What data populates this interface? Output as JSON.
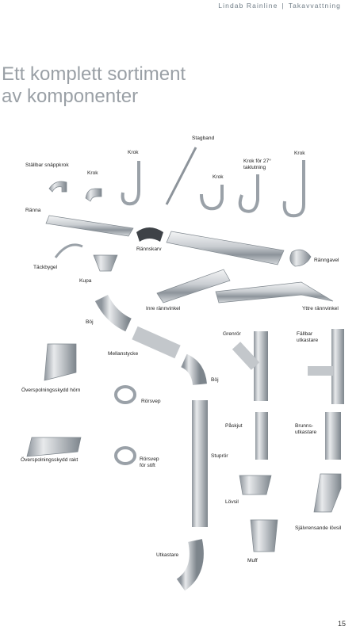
{
  "header": {
    "brand": "Lindab Rainline",
    "separator": "|",
    "section": "Takavvattning"
  },
  "title": {
    "line1": "Ett komplett sortiment",
    "line2": "av komponenter"
  },
  "labels": {
    "stagband": "Stagband",
    "krok_a": "Krok",
    "krok_b": "Krok",
    "krok_c": "Krok",
    "krok_d": "Krok",
    "stallbar": "Ställbar snäppkrok",
    "krok27_1": "Krok för 27°",
    "krok27_2": "taklutning",
    "ranna": "Ränna",
    "rannskarv": "Rännskarv",
    "ranngavel": "Ränngavel",
    "tackbygel": "Täckbygel",
    "kupa": "Kupa",
    "inre": "Inre rännvinkel",
    "yttre": "Yttre rännvinkel",
    "boj_a": "Böj",
    "boj_b": "Böj",
    "grenror": "Grenrör",
    "fallbar_1": "Fällbar",
    "fallbar_2": "utkastare",
    "mellanstycke": "Mellanstycke",
    "overspol_horn": "Överspolningsskydd hörn",
    "rorsvep": "Rörsvep",
    "paskjut": "Påskjut",
    "brunns_1": "Brunns-",
    "brunns_2": "utkastare",
    "overspol_rakt": "Överspolningsskydd rakt",
    "rorsvep_stift_1": "Rörsvep",
    "rorsvep_stift_2": "för stift",
    "stupror": "Stuprör",
    "lovsil": "Lövsil",
    "sjalvrensande": "Självrensande lövsil",
    "utkastare": "Utkastare",
    "muff": "Muff"
  },
  "page_number": "15"
}
